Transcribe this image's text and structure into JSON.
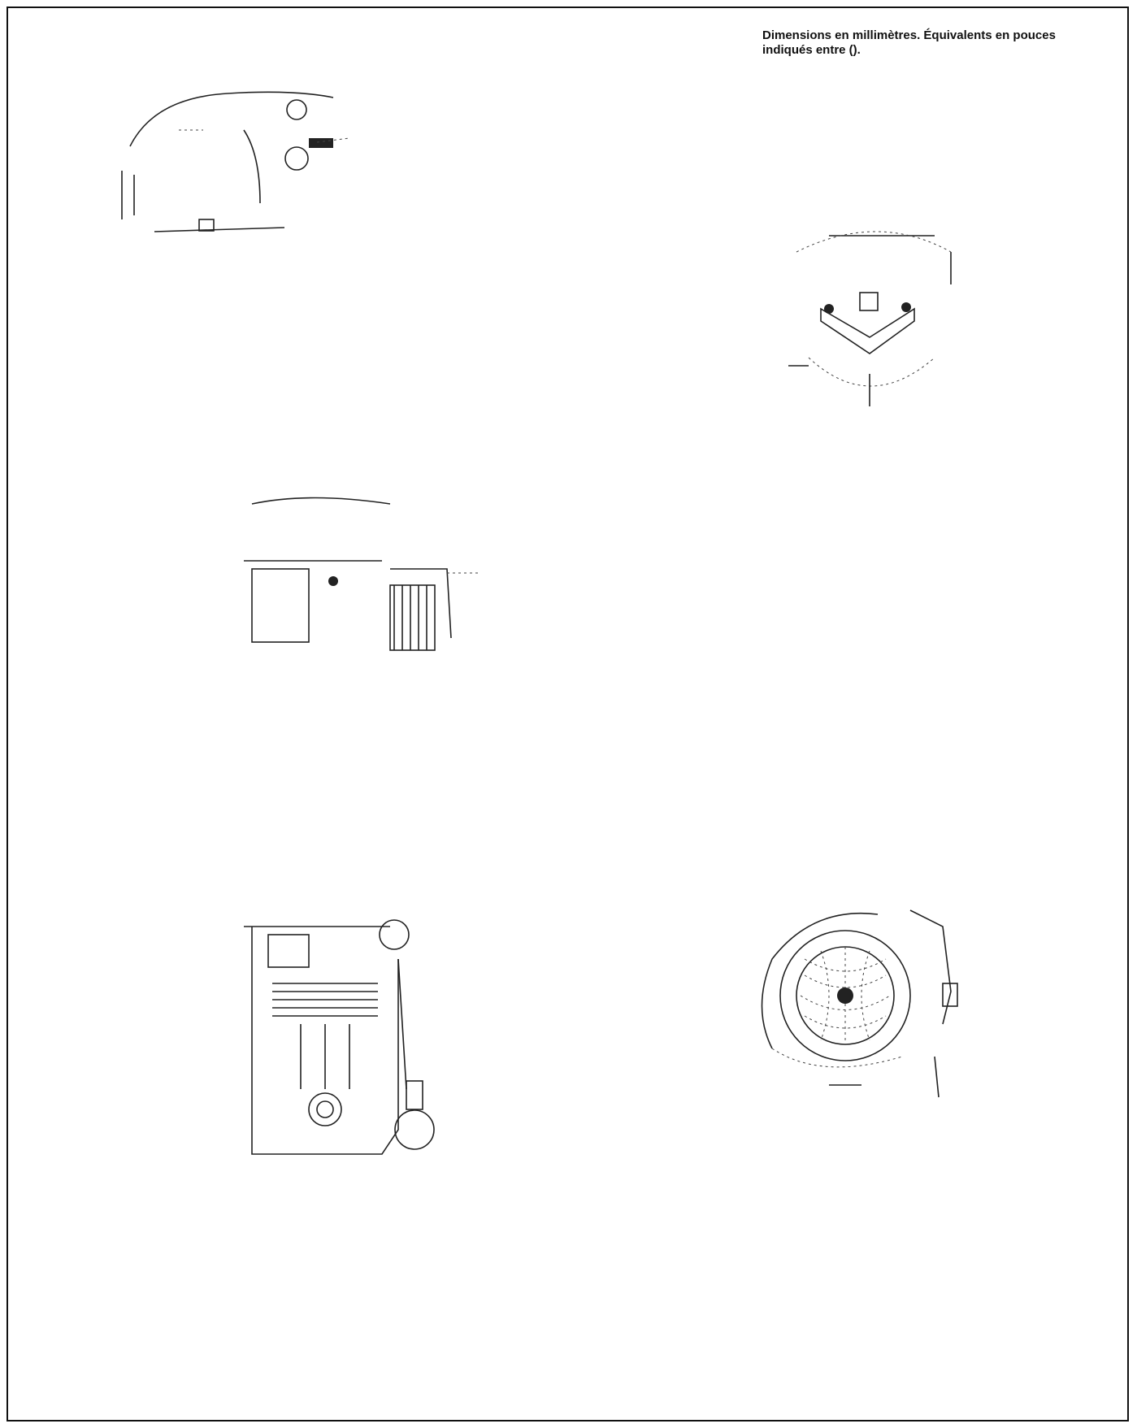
{
  "note": {
    "line1": "Dimensions en millimètres. Équivalents en pouces",
    "line2": "indiqués entre ()."
  },
  "views": {
    "top_left": "engine-top-view",
    "top_right": "engine-side-view",
    "middle_left": "engine-front-view",
    "bottom_left": "engine-oblique-view",
    "bottom_right": "blower-housing-view"
  }
}
